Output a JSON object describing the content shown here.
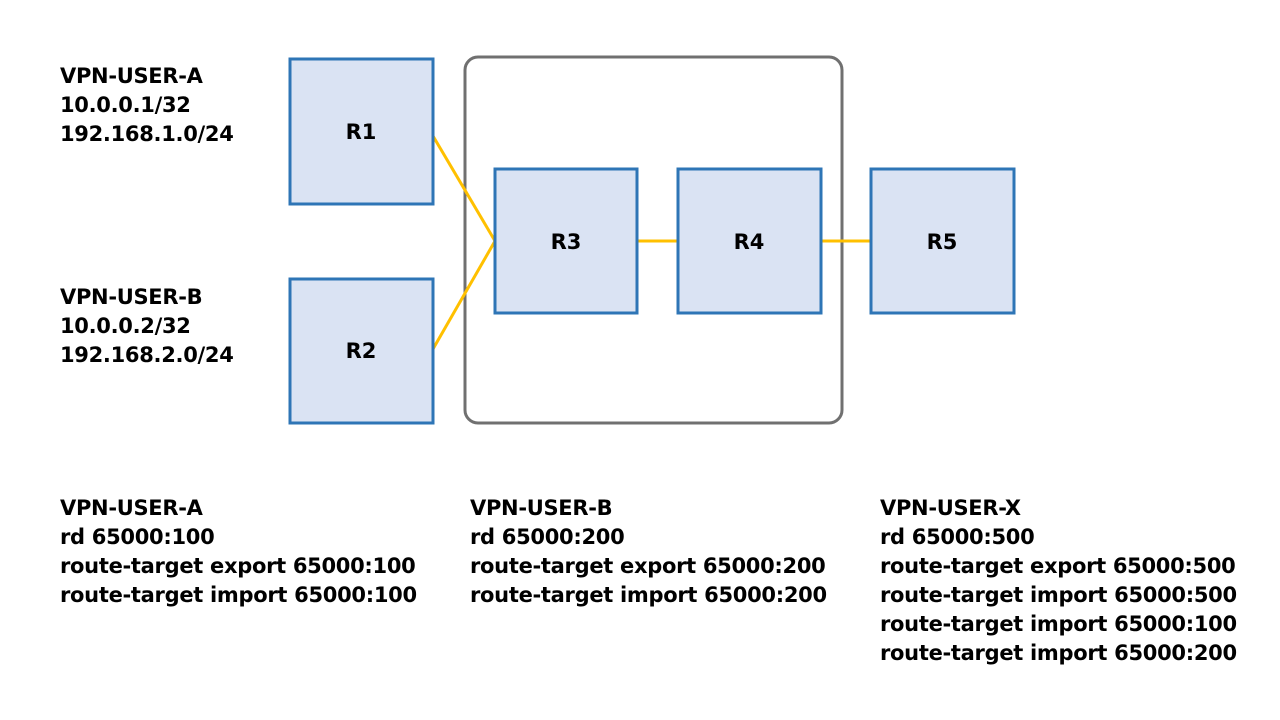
{
  "routers": [
    {
      "id": "R1",
      "label": "R1"
    },
    {
      "id": "R2",
      "label": "R2"
    },
    {
      "id": "R3",
      "label": "R3"
    },
    {
      "id": "R4",
      "label": "R4"
    },
    {
      "id": "R5",
      "label": "R5"
    }
  ],
  "sites": [
    {
      "name": "VPN-USER-A",
      "prefixes": [
        "10.0.0.1/32",
        "192.168.1.0/24"
      ]
    },
    {
      "name": "VPN-USER-B",
      "prefixes": [
        "10.0.0.2/32",
        "192.168.2.0/24"
      ]
    }
  ],
  "vrfs": [
    {
      "name": "VPN-USER-A",
      "lines": [
        "rd 65000:100",
        "route-target export 65000:100",
        "route-target import 65000:100"
      ]
    },
    {
      "name": "VPN-USER-B",
      "lines": [
        "rd 65000:200",
        "route-target export 65000:200",
        "route-target import 65000:200"
      ]
    },
    {
      "name": "VPN-USER-X",
      "lines": [
        "rd 65000:500",
        "route-target export 65000:500",
        "route-target import 65000:500",
        "route-target import 65000:100",
        "route-target import 65000:200"
      ]
    }
  ],
  "links": [
    {
      "from": "R1",
      "to": "R3"
    },
    {
      "from": "R2",
      "to": "R3"
    },
    {
      "from": "R3",
      "to": "R4"
    },
    {
      "from": "R4",
      "to": "R5"
    }
  ],
  "colors": {
    "router_fill": "#dae3f3",
    "router_stroke": "#2e75b6",
    "link": "#ffc000",
    "core_border": "#707070",
    "text": "#000000"
  }
}
